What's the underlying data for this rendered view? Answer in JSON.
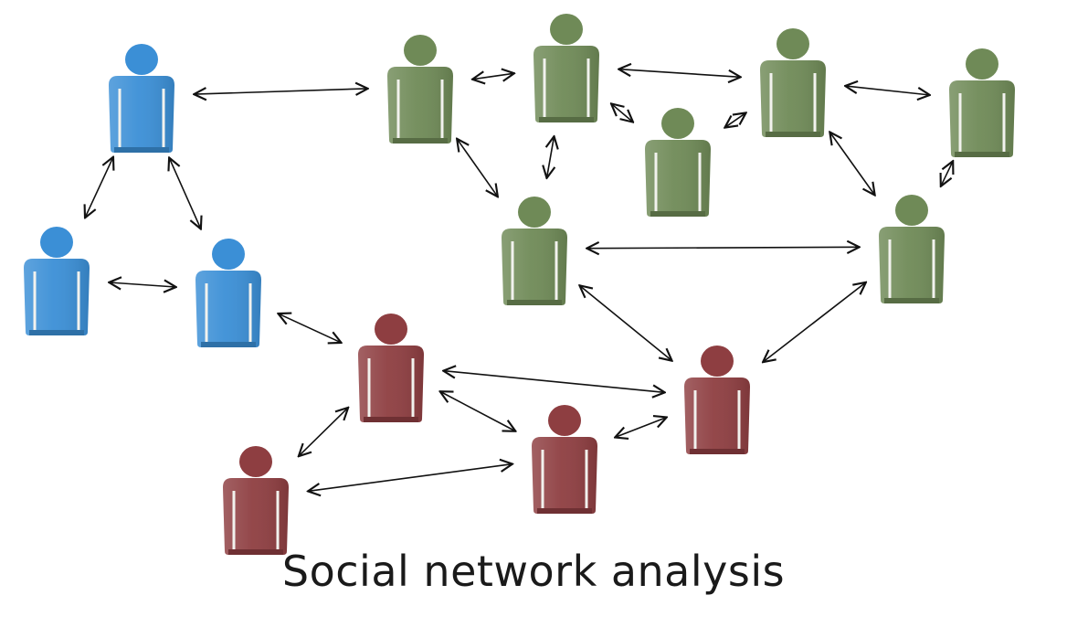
{
  "caption": "Social network analysis",
  "colors": {
    "blue": "#3b8fd6",
    "green": "#6f8a57",
    "red": "#8e3e41",
    "arrow": "#111111"
  },
  "groups": [
    {
      "id": "blue",
      "members": [
        "b1",
        "b2",
        "b3"
      ]
    },
    {
      "id": "green",
      "members": [
        "g1",
        "g2",
        "g3",
        "g4",
        "g5",
        "g6",
        "g7"
      ]
    },
    {
      "id": "red",
      "members": [
        "r1",
        "r2",
        "r3",
        "r4",
        "r5"
      ]
    }
  ],
  "connections": [
    [
      "b1",
      "b2"
    ],
    [
      "b1",
      "b3"
    ],
    [
      "b2",
      "b3"
    ],
    [
      "b1",
      "g1"
    ],
    [
      "b3",
      "r1"
    ],
    [
      "g1",
      "g2"
    ],
    [
      "g1",
      "g5"
    ],
    [
      "g2",
      "g3"
    ],
    [
      "g2",
      "g4"
    ],
    [
      "g2",
      "g5"
    ],
    [
      "g3",
      "g6"
    ],
    [
      "g3",
      "g7"
    ],
    [
      "g4",
      "g3"
    ],
    [
      "g6",
      "g7"
    ],
    [
      "g5",
      "g7"
    ],
    [
      "g5",
      "r3"
    ],
    [
      "g7",
      "r3"
    ],
    [
      "r1",
      "r3"
    ],
    [
      "r1",
      "r5"
    ],
    [
      "r2",
      "r1"
    ],
    [
      "r2",
      "r5"
    ],
    [
      "r5",
      "r3"
    ]
  ]
}
